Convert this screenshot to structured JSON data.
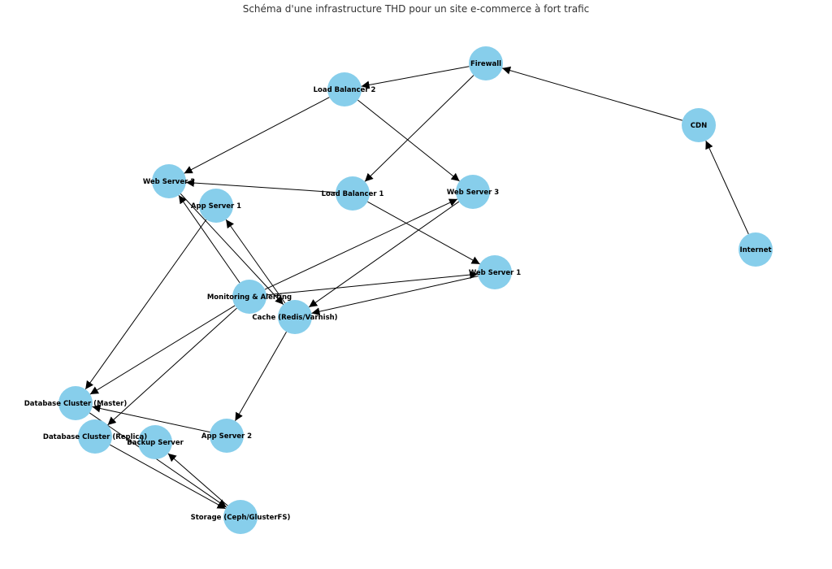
{
  "title": "Schéma d'une infrastructure THD pour un site e-commerce à fort trafic",
  "colors": {
    "node": "#87ceeb",
    "edge": "#000000"
  },
  "nodes": [
    {
      "id": "firewall",
      "label": "Firewall"
    },
    {
      "id": "lb2",
      "label": "Load Balancer 2"
    },
    {
      "id": "cdn",
      "label": "CDN"
    },
    {
      "id": "ws2",
      "label": "Web Server 2"
    },
    {
      "id": "app1",
      "label": "App Server 1"
    },
    {
      "id": "lb1",
      "label": "Load Balancer 1"
    },
    {
      "id": "ws3",
      "label": "Web Server 3"
    },
    {
      "id": "internet",
      "label": "Internet"
    },
    {
      "id": "ws1",
      "label": "Web Server 1"
    },
    {
      "id": "mon",
      "label": "Monitoring & Alerting"
    },
    {
      "id": "cache",
      "label": "Cache (Redis/Varnish)"
    },
    {
      "id": "dbm",
      "label": "Database Cluster (Master)"
    },
    {
      "id": "dbr",
      "label": "Database Cluster (Replica)"
    },
    {
      "id": "backup",
      "label": "Backup Server"
    },
    {
      "id": "app2",
      "label": "App Server 2"
    },
    {
      "id": "storage",
      "label": "Storage (Ceph/GlusterFS)"
    }
  ],
  "edges": [
    [
      "internet",
      "cdn"
    ],
    [
      "cdn",
      "firewall"
    ],
    [
      "firewall",
      "lb2"
    ],
    [
      "firewall",
      "lb1"
    ],
    [
      "lb2",
      "ws2"
    ],
    [
      "lb2",
      "ws3"
    ],
    [
      "lb1",
      "ws2"
    ],
    [
      "lb1",
      "ws1"
    ],
    [
      "ws2",
      "cache"
    ],
    [
      "ws3",
      "cache"
    ],
    [
      "ws1",
      "cache"
    ],
    [
      "cache",
      "app1"
    ],
    [
      "cache",
      "app2"
    ],
    [
      "app1",
      "dbm"
    ],
    [
      "app2",
      "dbm"
    ],
    [
      "dbm",
      "storage"
    ],
    [
      "dbr",
      "storage"
    ],
    [
      "storage",
      "backup"
    ],
    [
      "mon",
      "ws2"
    ],
    [
      "mon",
      "ws3"
    ],
    [
      "mon",
      "ws1"
    ],
    [
      "mon",
      "dbm"
    ],
    [
      "mon",
      "dbr"
    ]
  ]
}
